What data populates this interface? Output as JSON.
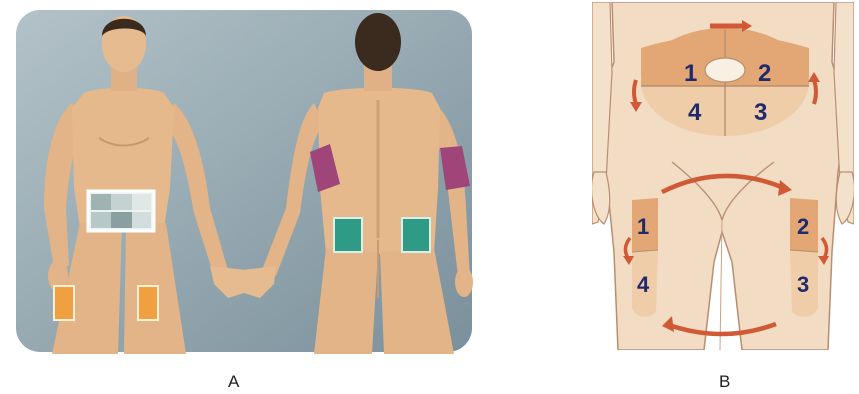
{
  "panel_a": {
    "caption": "A",
    "colors": {
      "background": "#8ea3ac",
      "skin": "#e6b98c",
      "abdomen_site": "#c9d4d4",
      "thigh_site": "#f0a040",
      "arm_site": "#a0457a",
      "buttock_site": "#2f9a86",
      "hair": "#3b2a1e"
    }
  },
  "panel_b": {
    "caption": "B",
    "site_labels": {
      "abdomen_1": "1",
      "abdomen_2": "2",
      "abdomen_3": "3",
      "abdomen_4": "4",
      "left_thigh_1": "1",
      "left_thigh_4": "4",
      "right_thigh_2": "2",
      "right_thigh_3": "3"
    },
    "colors": {
      "skin": "#f2dcc4",
      "outline": "#b98e70",
      "zone": "#e3a776",
      "zone_light": "#efcda8",
      "arrow": "#d05a35",
      "label": "#1f2a6b"
    }
  }
}
